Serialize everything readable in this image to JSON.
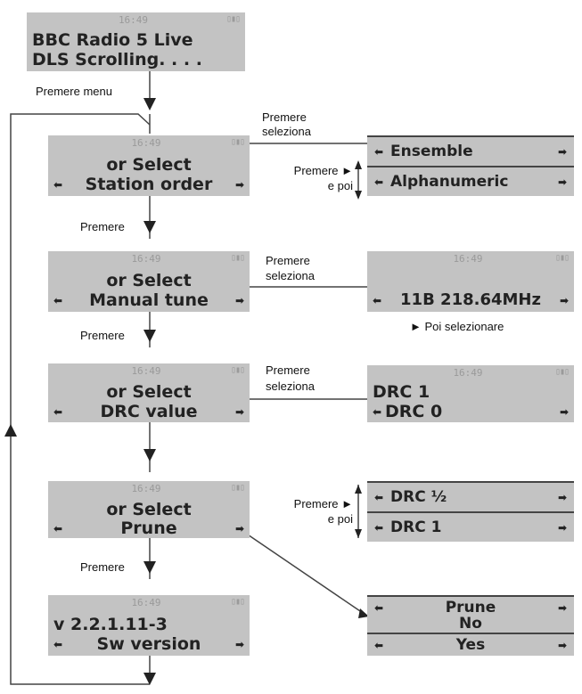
{
  "signal_glyph": "▯▮▯",
  "arrow_glyph": "⬅",
  "arrow_right_glyph": "➡",
  "screens": {
    "home": {
      "time": "16:49",
      "line1": "BBC Radio 5 Live",
      "line2": "DLS Scrolling. . . ."
    },
    "station_order": {
      "time": "16:49",
      "line1": "or Select",
      "line2": "Station order"
    },
    "manual_tune": {
      "time": "16:49",
      "line1": "or Select",
      "line2": "Manual tune"
    },
    "drc_value": {
      "time": "16:49",
      "line1": "or Select",
      "line2": "DRC value"
    },
    "prune": {
      "time": "16:49",
      "line1": "or Select",
      "line2": "Prune"
    },
    "sw_version": {
      "time": "16:49",
      "line1": "v 2.2.1.11-3",
      "line2": "Sw version"
    }
  },
  "results": {
    "ensemble": "Ensemble",
    "alphanumeric": "Alphanumeric",
    "manual_tune": {
      "time": "16:49",
      "line2": "11B   218.64MHz"
    },
    "drc": {
      "time": "16:49",
      "line1": "DRC 1",
      "line2": "DRC 0"
    },
    "drc_half": "DRC ½",
    "drc_1": "DRC 1",
    "prune_title": "Prune",
    "prune_no": "No",
    "prune_yes": "Yes"
  },
  "labels": {
    "press_menu": "Premere menu",
    "press": "Premere",
    "press_select_1": "Premere",
    "press_select_2": "seleziona",
    "press_arrow": "Premere ►",
    "and_then": "e poi",
    "then_select": "► Poi selezionare"
  }
}
